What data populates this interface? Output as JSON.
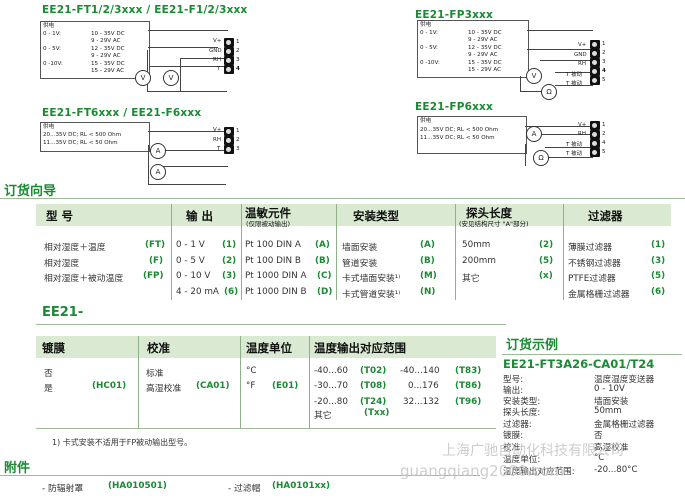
{
  "diagrams": {
    "ft": {
      "title": "EE21-FT1/2/3xxx / EE21-F1/2/3xxx",
      "supply_label": "供电",
      "rows": [
        {
          "range": "0 - 1V:",
          "spec": "10 - 35V DC\n9 - 29V AC"
        },
        {
          "range": "0 - 5V:",
          "spec": "12 - 35V DC\n9 - 29V AC"
        },
        {
          "range": "0 -10V:",
          "spec": "15 - 35V DC\n15 - 29V AC"
        }
      ],
      "terminals": [
        "V+",
        "GND",
        "RH",
        "T"
      ],
      "terminal_numbers": [
        "1",
        "2",
        "3",
        "4"
      ],
      "meter": "V"
    },
    "ft6": {
      "title": "EE21-FT6xxx / EE21-F6xxx",
      "supply_label": "供电",
      "lines": [
        "20...35V DC; RL < 500 Ohm",
        "11...35V DC; RL < 50 Ohm"
      ],
      "terminals": [
        "V+",
        "RH",
        "T"
      ],
      "terminal_numbers": [
        "1",
        "2",
        "3"
      ],
      "meter": "A"
    },
    "fp3": {
      "title": "EE21-FP3xxx",
      "supply_label": "供电",
      "rows": [
        {
          "range": "0 - 1V:",
          "spec": "10 - 35V DC\n9 - 29V AC"
        },
        {
          "range": "0 - 5V:",
          "spec": "12 - 35V DC\n9 - 29V AC"
        },
        {
          "range": "0 -10V:",
          "spec": "15 - 35V DC\n15 - 29V AC"
        }
      ],
      "terminals": [
        "V+",
        "GND",
        "RH",
        "T 被动",
        "T 被动"
      ],
      "terminal_numbers": [
        "1",
        "2",
        "3",
        "4",
        "5"
      ],
      "meter_v": "V",
      "meter_o": "Ω"
    },
    "fp6": {
      "title": "EE21-FP6xxx",
      "supply_label": "供电",
      "lines": [
        "20...35V DC; RL < 500 Ohm",
        "11...35V DC; RL < 50 Ohm"
      ],
      "terminals": [
        "V+",
        "RH",
        "T 被动",
        "T 被动"
      ],
      "terminal_numbers": [
        "1",
        "2",
        "4",
        "5"
      ],
      "meter_a": "A",
      "meter_o": "Ω"
    }
  },
  "ordering": {
    "section_title": "订货向导",
    "headers": {
      "model": "型 号",
      "output": "输 出",
      "sensor": "温敏元件",
      "sensor_note": "(仅限被动输出)",
      "mounting": "安装类型",
      "probe": "探头长度",
      "probe_note": "(安见结构尺寸 \"A\"部分)",
      "filter": "过滤器"
    },
    "model": [
      {
        "text": "相对湿度＋温度",
        "code": "(FT)"
      },
      {
        "text": "相对湿度",
        "code": "(F)"
      },
      {
        "text": "相对湿度＋被动温度",
        "code": "(FP)"
      }
    ],
    "output": [
      {
        "text": "0 - 1 V",
        "code": "(1)"
      },
      {
        "text": "0 - 5 V",
        "code": "(2)"
      },
      {
        "text": "0 - 10 V",
        "code": "(3)"
      },
      {
        "text": "4 - 20 mA",
        "code": "(6)"
      }
    ],
    "sensor": [
      {
        "text": "Pt 100 DIN A",
        "code": "(A)"
      },
      {
        "text": "Pt 100 DIN B",
        "code": "(B)"
      },
      {
        "text": "Pt 1000 DIN A",
        "code": "(C)"
      },
      {
        "text": "Pt 1000 DIN B",
        "code": "(D)"
      }
    ],
    "mounting": [
      {
        "text": "墙面安装",
        "code": "(A)"
      },
      {
        "text": "管道安装",
        "code": "(B)"
      },
      {
        "text": "卡式墙面安装¹⁾",
        "code": "(M)"
      },
      {
        "text": "卡式管道安装¹⁾",
        "code": "(N)"
      }
    ],
    "probe": [
      {
        "text": "50mm",
        "code": "(2)"
      },
      {
        "text": "200mm",
        "code": "(5)"
      },
      {
        "text": "其它",
        "code": "(x)"
      }
    ],
    "filter": [
      {
        "text": "薄膜过滤器",
        "code": "(1)"
      },
      {
        "text": "不锈钢过滤器",
        "code": "(3)"
      },
      {
        "text": "PTFE过滤器",
        "code": "(5)"
      },
      {
        "text": "金属格栅过滤器",
        "code": "(6)"
      }
    ],
    "prefix": "EE21-"
  },
  "second": {
    "headers": {
      "coating": "镀膜",
      "calibration": "校准",
      "temp_unit": "温度单位",
      "temp_range": "温度输出对应范围"
    },
    "coating": [
      {
        "text": "否",
        "code": ""
      },
      {
        "text": "是",
        "code": "(HC01)"
      }
    ],
    "calibration": [
      {
        "text": "标准",
        "code": ""
      },
      {
        "text": "高湿校准",
        "code": "(CA01)"
      }
    ],
    "temp_unit": [
      {
        "text": "°C",
        "code": ""
      },
      {
        "text": "°F",
        "code": "(E01)"
      }
    ],
    "temp_range": [
      {
        "a": "-40...60",
        "ac": "(T02)",
        "b": "-40...140",
        "bc": "(T83)"
      },
      {
        "a": "-30...70",
        "ac": "(T08)",
        "b": "0...176",
        "bc": "(T86)"
      },
      {
        "a": "-20...80",
        "ac": "(T24)",
        "b": "32...132",
        "bc": "(T96)"
      },
      {
        "a": "其它",
        "ac": "(Txx)",
        "b": "",
        "bc": ""
      }
    ],
    "footnote": "1)  卡式安装不适用于FP被动输出型号。"
  },
  "example": {
    "title": "订货示例",
    "code": "EE21-FT3A26-CA01/T24",
    "rows": [
      {
        "k": "型号:",
        "v": "温度湿度变送器"
      },
      {
        "k": "输出:",
        "v": "0 - 10V"
      },
      {
        "k": "安装类型:",
        "v": "墙面安装"
      },
      {
        "k": "探头长度:",
        "v": "50mm"
      },
      {
        "k": "过滤器:",
        "v": "金属格栅过滤器"
      },
      {
        "k": "镀膜:",
        "v": "否"
      },
      {
        "k": "校准:",
        "v": "高湿校准"
      },
      {
        "k": "温度单位:",
        "v": "°C"
      },
      {
        "k": "温度输出对应范围:",
        "v": "-20...80°C"
      }
    ]
  },
  "accessories": {
    "title": "附件",
    "items": [
      {
        "text": "- 防辐射罩",
        "code": "(HA010501)"
      },
      {
        "text": "- 过滤帽",
        "code": "(HA0101xx)"
      }
    ]
  },
  "watermark": {
    "line1": "上海广驰自动化科技有限公司",
    "line2": "guangqiang2000.com"
  }
}
